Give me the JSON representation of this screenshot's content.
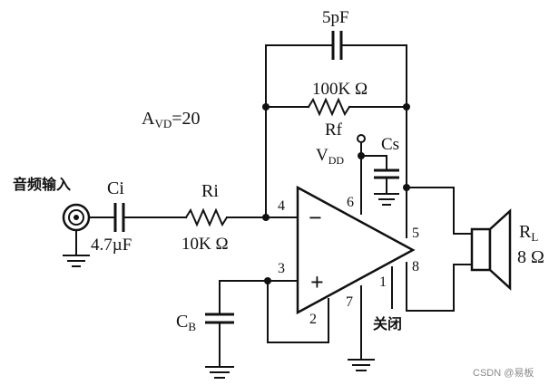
{
  "labels": {
    "cap_feedback": "5pF",
    "res_feedback_value": "100K Ω",
    "res_feedback_name": "Rf",
    "gain": "A",
    "gain_sub": "VD",
    "gain_value": "=20",
    "vdd": "V",
    "vdd_sub": "DD",
    "cap_supply": "Cs",
    "input_label": "音频输入",
    "cap_input_name": "Ci",
    "cap_input_value": "4.7µF",
    "res_input_name": "Ri",
    "res_input_value": "10K Ω",
    "cap_bypass": "C",
    "cap_bypass_sub": "B",
    "shutdown": "关闭",
    "load_name": "R",
    "load_sub": "L",
    "load_value": "8 Ω",
    "minus": "−",
    "plus": "+"
  },
  "pins": [
    "4",
    "6",
    "5",
    "8",
    "3",
    "2",
    "7",
    "1"
  ],
  "watermark": "CSDN @易板"
}
